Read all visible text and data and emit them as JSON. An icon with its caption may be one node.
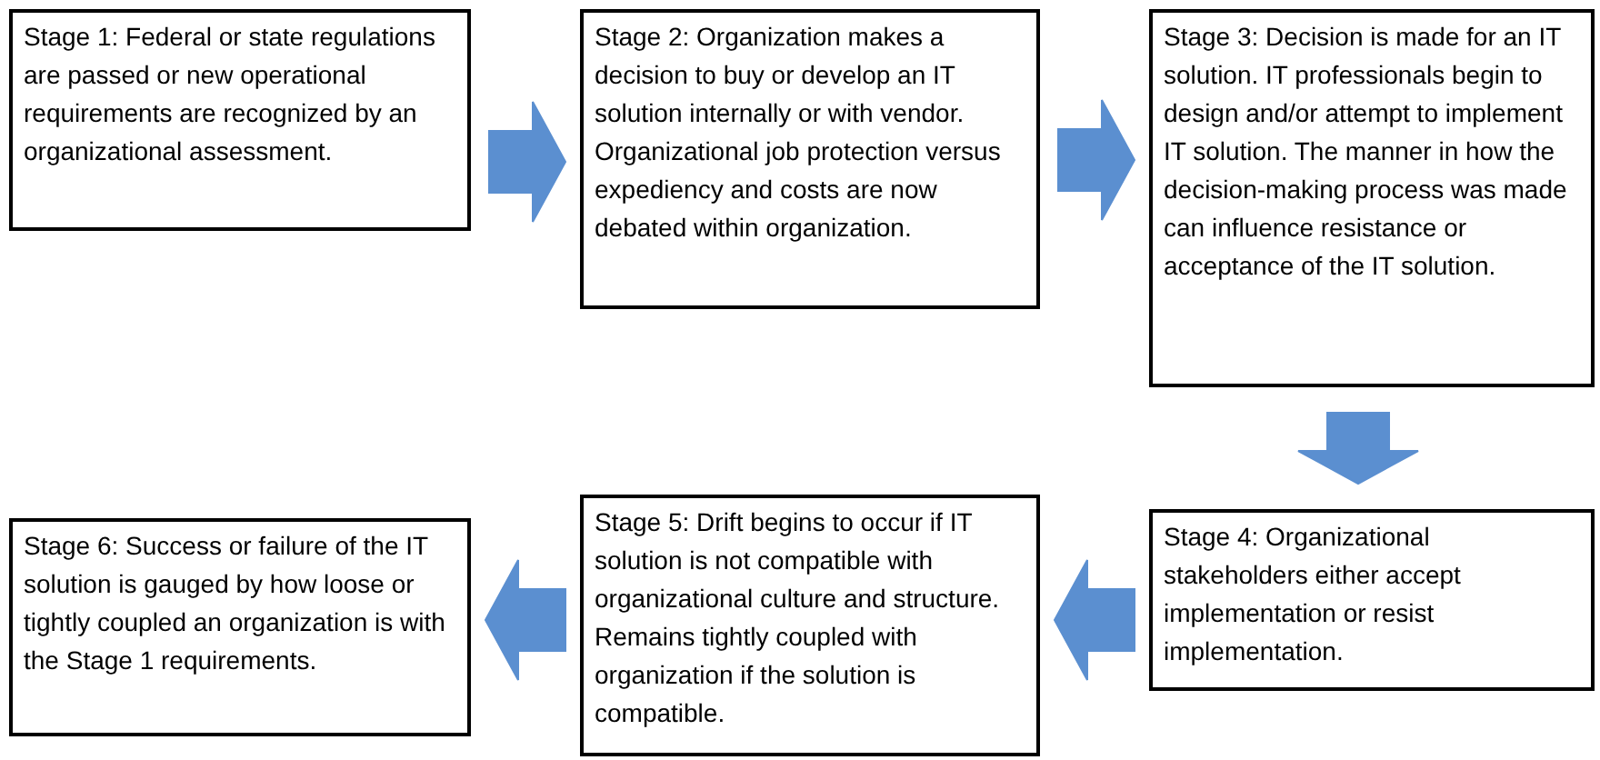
{
  "diagram": {
    "nodes": [
      {
        "text": [
          "Stage 1: Federal or state regulations are passed or new operational requirements are recognized by an organizational assessment."
        ]
      },
      {
        "text": [
          "Stage 2: Organization makes a decision to buy or develop an IT solution internally or with vendor. Organizational job protection versus expediency and costs are now debated within organization."
        ]
      },
      {
        "text": [
          "Stage 3: Decision is made for an IT solution. IT professionals begin to design and/or attempt to implement IT solution. The manner in how the decision-making process was made can influence resistance or acceptance of the IT solution."
        ]
      },
      {
        "text": [
          "Stage 4: Organizational stakeholders either accept implementation or resist implementation."
        ]
      },
      {
        "text": [
          "Stage 5: Drift begins to occur if IT solution is not compatible with organizational culture and structure. Remains tightly coupled with organization if the solution is compatible."
        ]
      },
      {
        "text": [
          "Stage 6: Success or failure of the IT solution is gauged by how loose or tightly coupled an organization is with the Stage 1 requirements."
        ]
      }
    ],
    "edges": [
      {
        "from": 0,
        "to": 1,
        "arrow": "to",
        "style": "thick"
      },
      {
        "from": 1,
        "to": 2,
        "arrow": "to",
        "style": "thick"
      },
      {
        "from": 2,
        "to": 3,
        "arrow": "to",
        "style": "thick"
      },
      {
        "from": 3,
        "to": 4,
        "arrow": "to",
        "style": "thick"
      },
      {
        "from": 4,
        "to": 5,
        "arrow": "to",
        "style": "thick"
      }
    ]
  }
}
